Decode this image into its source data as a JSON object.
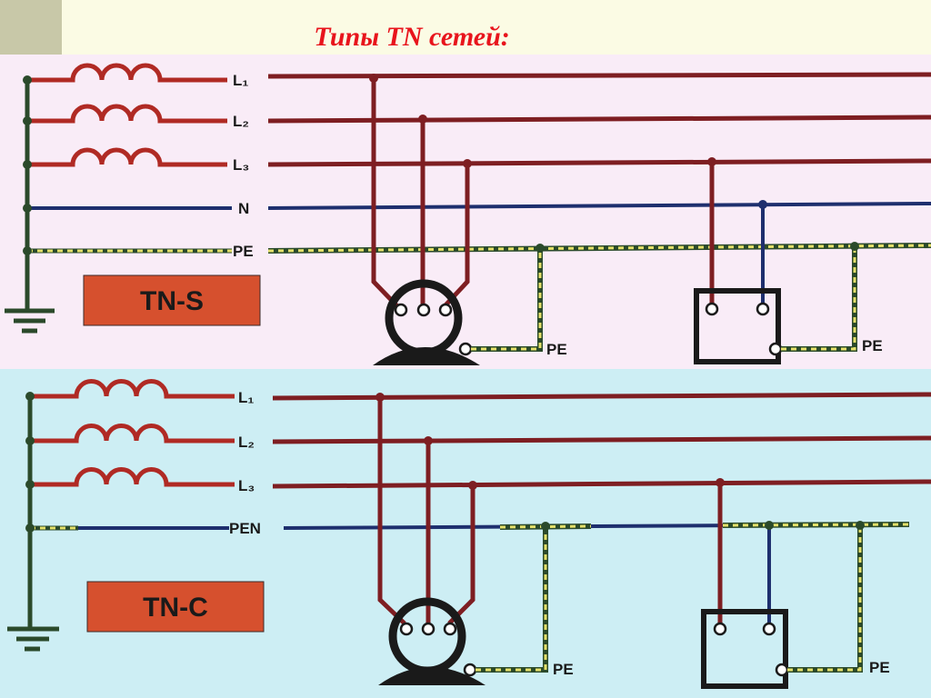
{
  "title": "Типы TN сетей:",
  "colors": {
    "phase": "#7e1e22",
    "neutral": "#1e2f6e",
    "ground": "#2b4a2b",
    "pe_stripe": "#e4e06a",
    "badge": "#d6502e",
    "coil": "#b02a24",
    "top_bg": "#f9ecf7",
    "bottom_bg": "#cdeef4"
  },
  "tn_s": {
    "badge": "TN-S",
    "lines": {
      "l1": "L₁",
      "l2": "L₂",
      "l3": "L₃",
      "n": "N",
      "pe": "PE"
    },
    "motor_pe": "PE",
    "device_pe": "PE"
  },
  "tn_c": {
    "badge": "TN-C",
    "lines": {
      "l1": "L₁",
      "l2": "L₂",
      "l3": "L₃",
      "pen": "PEN"
    },
    "motor_pe": "PE",
    "device_pe": "PE"
  }
}
